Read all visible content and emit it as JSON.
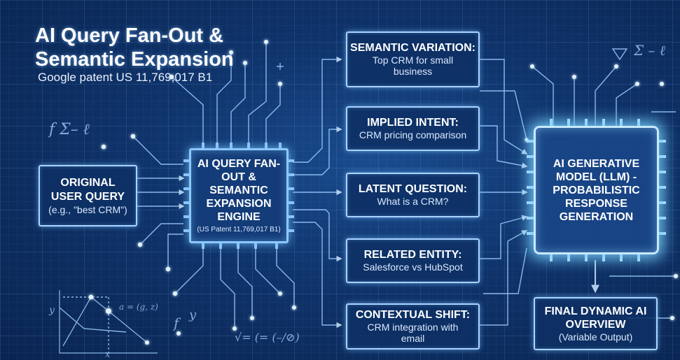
{
  "title": "AI Query Fan-Out & Semantic Expansion",
  "subtitle": "Google patent US 11,769,017 B1",
  "original_query": {
    "head": "ORIGINAL USER QUERY",
    "sub": "(e.g., \"best CRM\")"
  },
  "engine": {
    "head": "AI QUERY FAN-OUT & SEMANTIC EXPANSION ENGINE",
    "sub": "(US Patent 11,769,017 B1)"
  },
  "expansions": [
    {
      "head": "SEMANTIC VARIATION:",
      "sub": "Top CRM for small business"
    },
    {
      "head": "IMPLIED INTENT:",
      "sub": "CRM pricing comparison"
    },
    {
      "head": "LATENT QUESTION:",
      "sub": "What is a CRM?"
    },
    {
      "head": "RELATED ENTITY:",
      "sub": "Salesforce vs HubSpot"
    },
    {
      "head": "CONTEXTUAL SHIFT:",
      "sub": "CRM integration with email"
    }
  ],
  "llm": {
    "head": "AI GENERATIVE MODEL (LLM) - PROBABILISTIC RESPONSE GENERATION"
  },
  "final": {
    "head": "FINAL DYNAMIC AI OVERVIEW",
    "sub": "(Variable Output)"
  },
  "decorations": {
    "formula_left": "f Σ– ℓ",
    "formula_right": "Σ – ℓ",
    "formula_sqrt": "√= (= (–/⊘)",
    "formula_graph": "a = (g, z)",
    "axis_y": "y",
    "axis_x": "x",
    "symbol_f": "f",
    "symbol_y": "y"
  },
  "colors": {
    "background": "#0f336a",
    "line": "#9fd0ff",
    "glow": "#bfe6ff"
  }
}
